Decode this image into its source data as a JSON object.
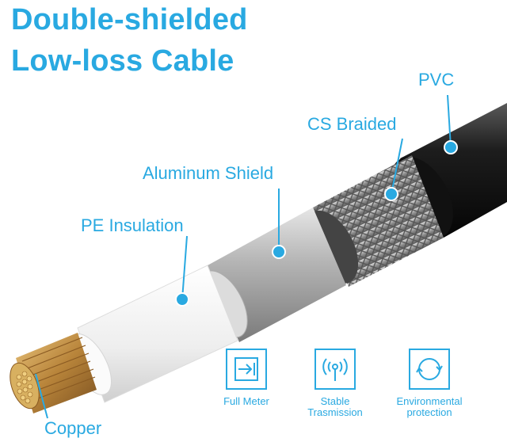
{
  "title": {
    "line1": "Double-shielded",
    "line2": "Low-loss Cable"
  },
  "layers": {
    "pvc": "PVC",
    "braid": "CS Braided",
    "shield": "Aluminum Shield",
    "insulation": "PE Insulation",
    "core": "Copper"
  },
  "features": [
    {
      "label": "Full Meter",
      "icon": "full-meter-icon"
    },
    {
      "label": "Stable\nTrasmission",
      "icon": "signal-antenna-icon"
    },
    {
      "label": "Environmental\nprotection",
      "icon": "recycle-icon"
    }
  ],
  "colors": {
    "accent": "#29a9e1",
    "pvc": "#1a1a1a",
    "braid": "#9a9a9a",
    "shield": "#c8c8c8",
    "insulation": "#f2f2f2",
    "copper": "#c89a52"
  }
}
